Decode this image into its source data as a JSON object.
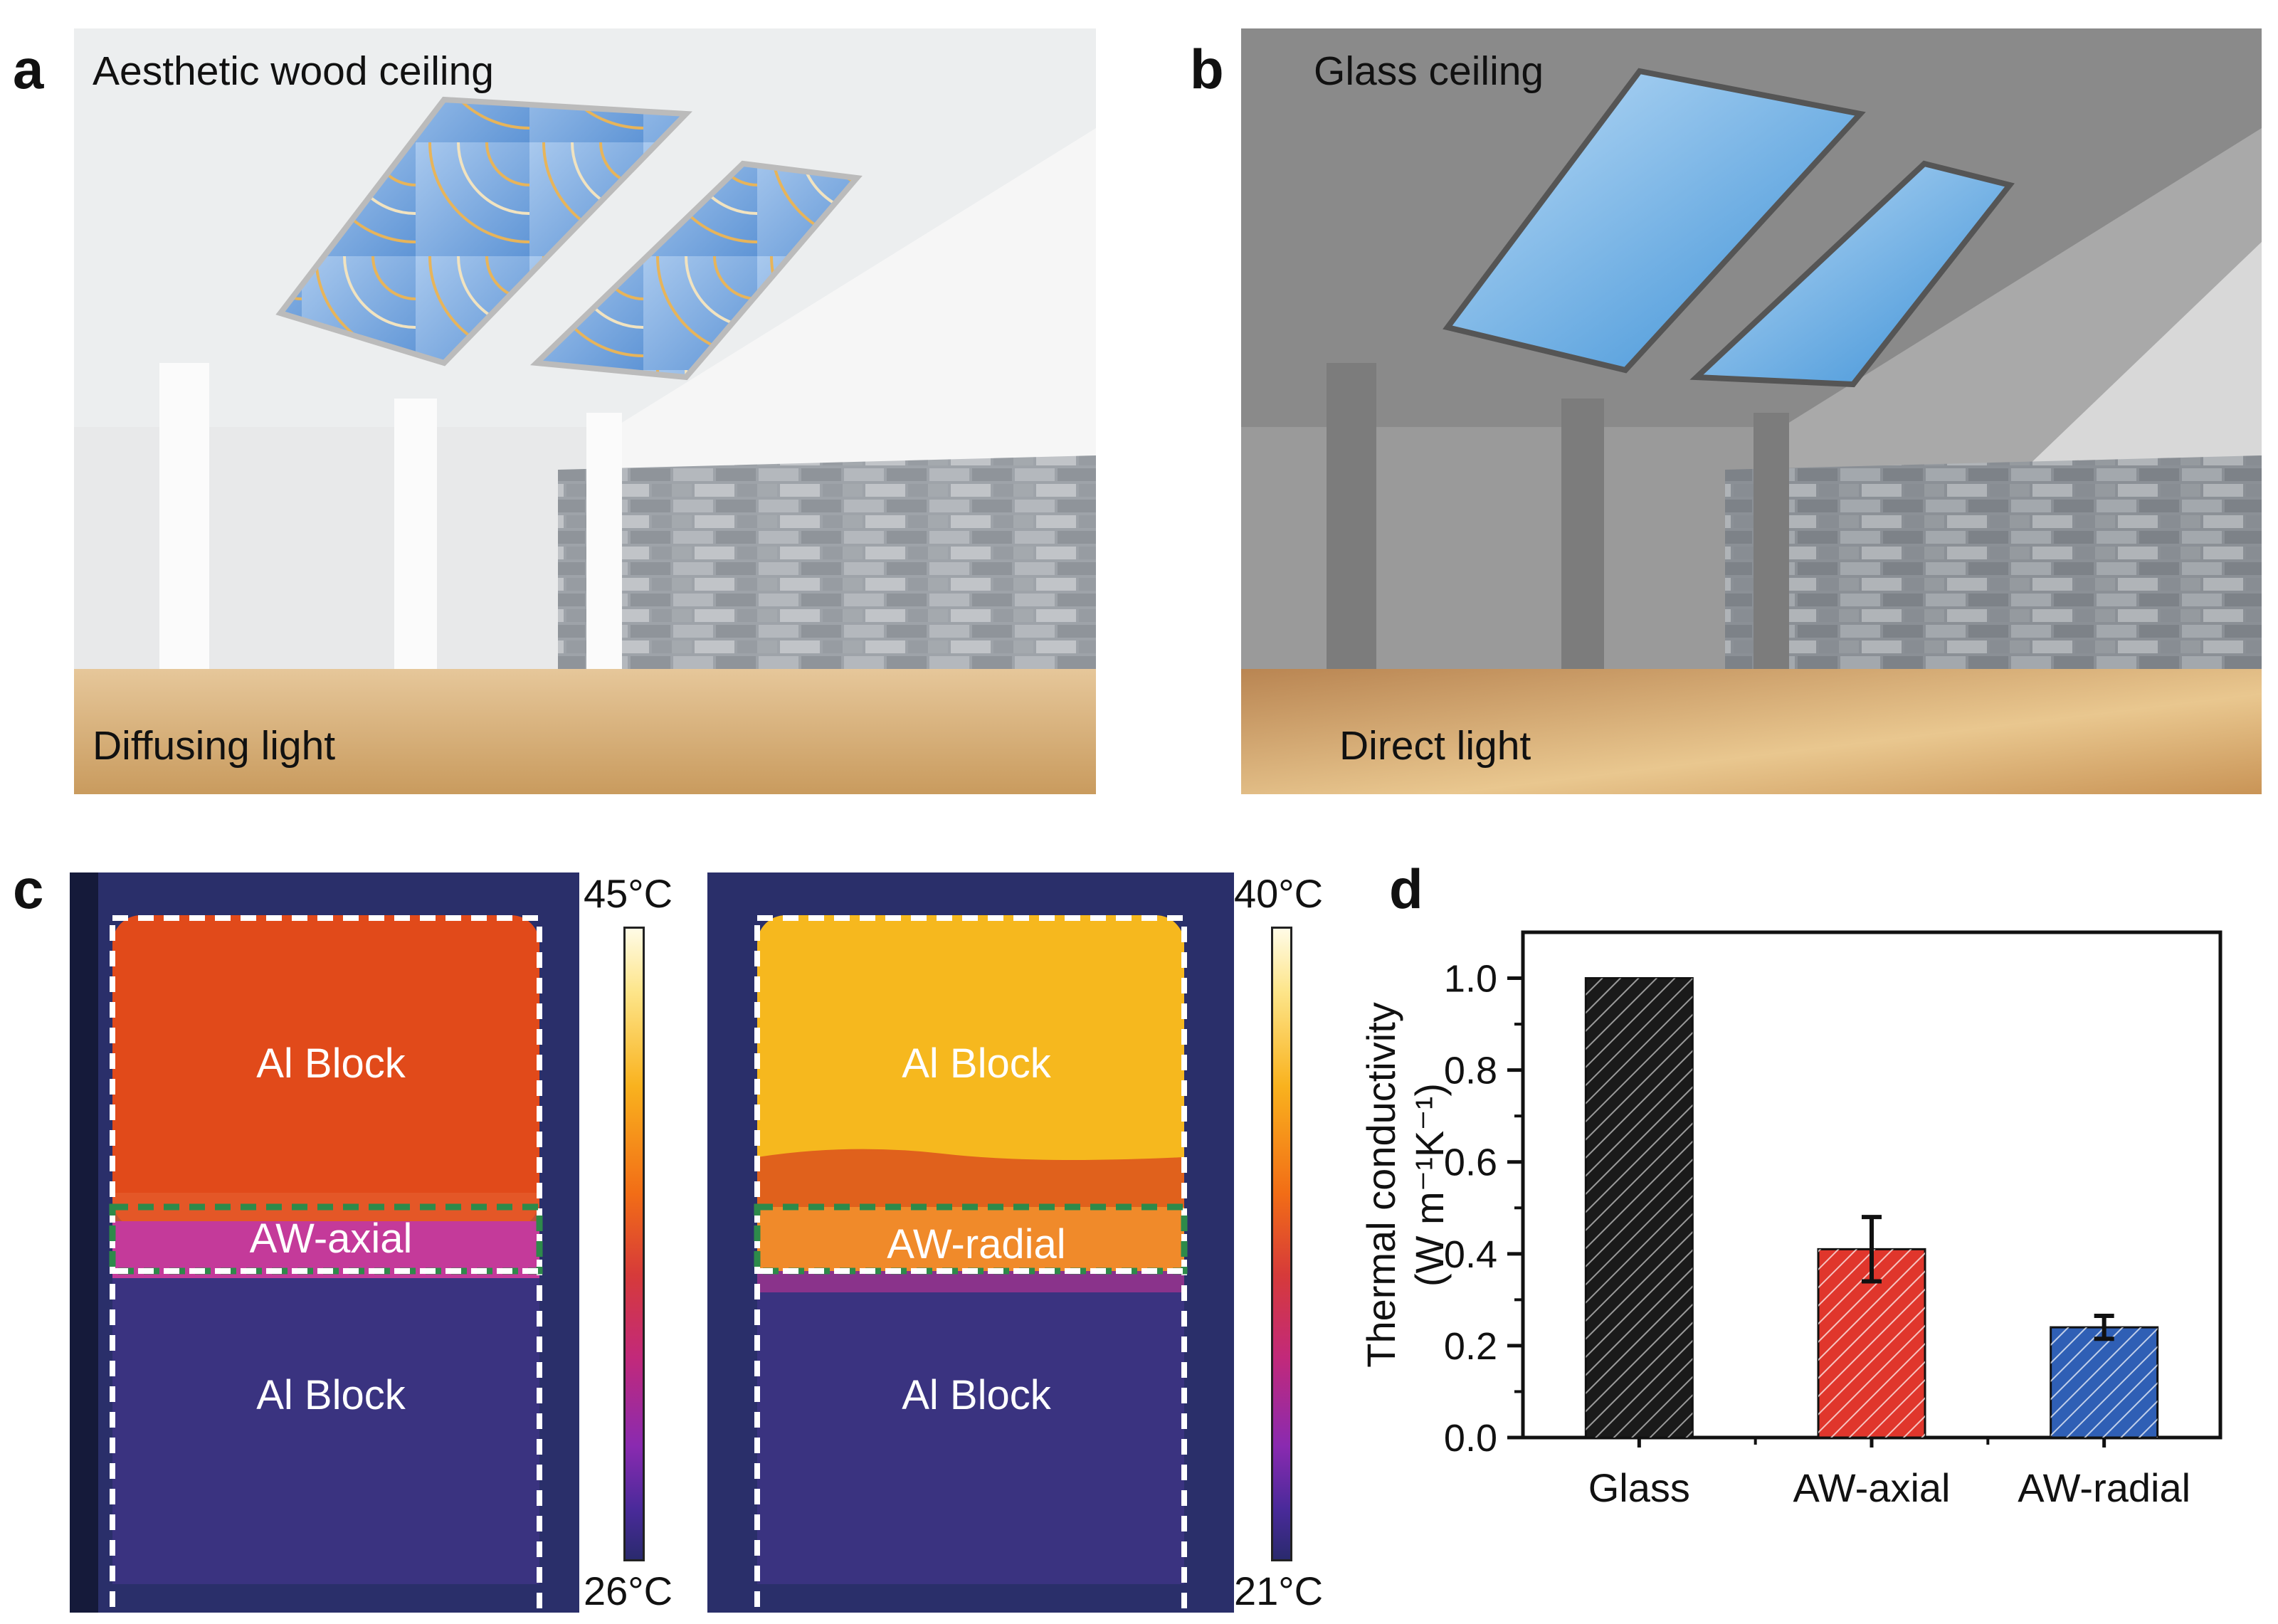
{
  "panels": {
    "a": {
      "letter": "a",
      "title": "Aesthetic wood ceiling",
      "caption": "Diffusing light"
    },
    "b": {
      "letter": "b",
      "title": "Glass ceiling",
      "caption": "Direct light"
    },
    "c": {
      "letter": "c",
      "left": {
        "top_block": "Al Block",
        "middle": "AW-axial",
        "bottom_block": "Al Block",
        "scale_max": "45°C",
        "scale_min": "26°C"
      },
      "right": {
        "top_block": "Al Block",
        "middle": "AW-radial",
        "bottom_block": "Al Block",
        "scale_max": "40°C",
        "scale_min": "21°C"
      }
    },
    "d": {
      "letter": "d"
    }
  },
  "chart_data": {
    "type": "bar",
    "categories": [
      "Glass",
      "AW-axial",
      "AW-radial"
    ],
    "values": [
      1.0,
      0.41,
      0.24
    ],
    "errors": [
      null,
      0.07,
      0.025
    ],
    "colors": [
      "#1a1a1a",
      "#e0362c",
      "#2f5fb5"
    ],
    "ylabel_line1": "Thermal conductivity",
    "ylabel_line2": "(W m⁻¹K⁻¹)",
    "ylim": [
      0,
      1.1
    ],
    "yticks": [
      "0.0",
      "0.2",
      "0.4",
      "0.6",
      "0.8",
      "1.0"
    ],
    "hatch": "diagonal",
    "grid": false
  }
}
